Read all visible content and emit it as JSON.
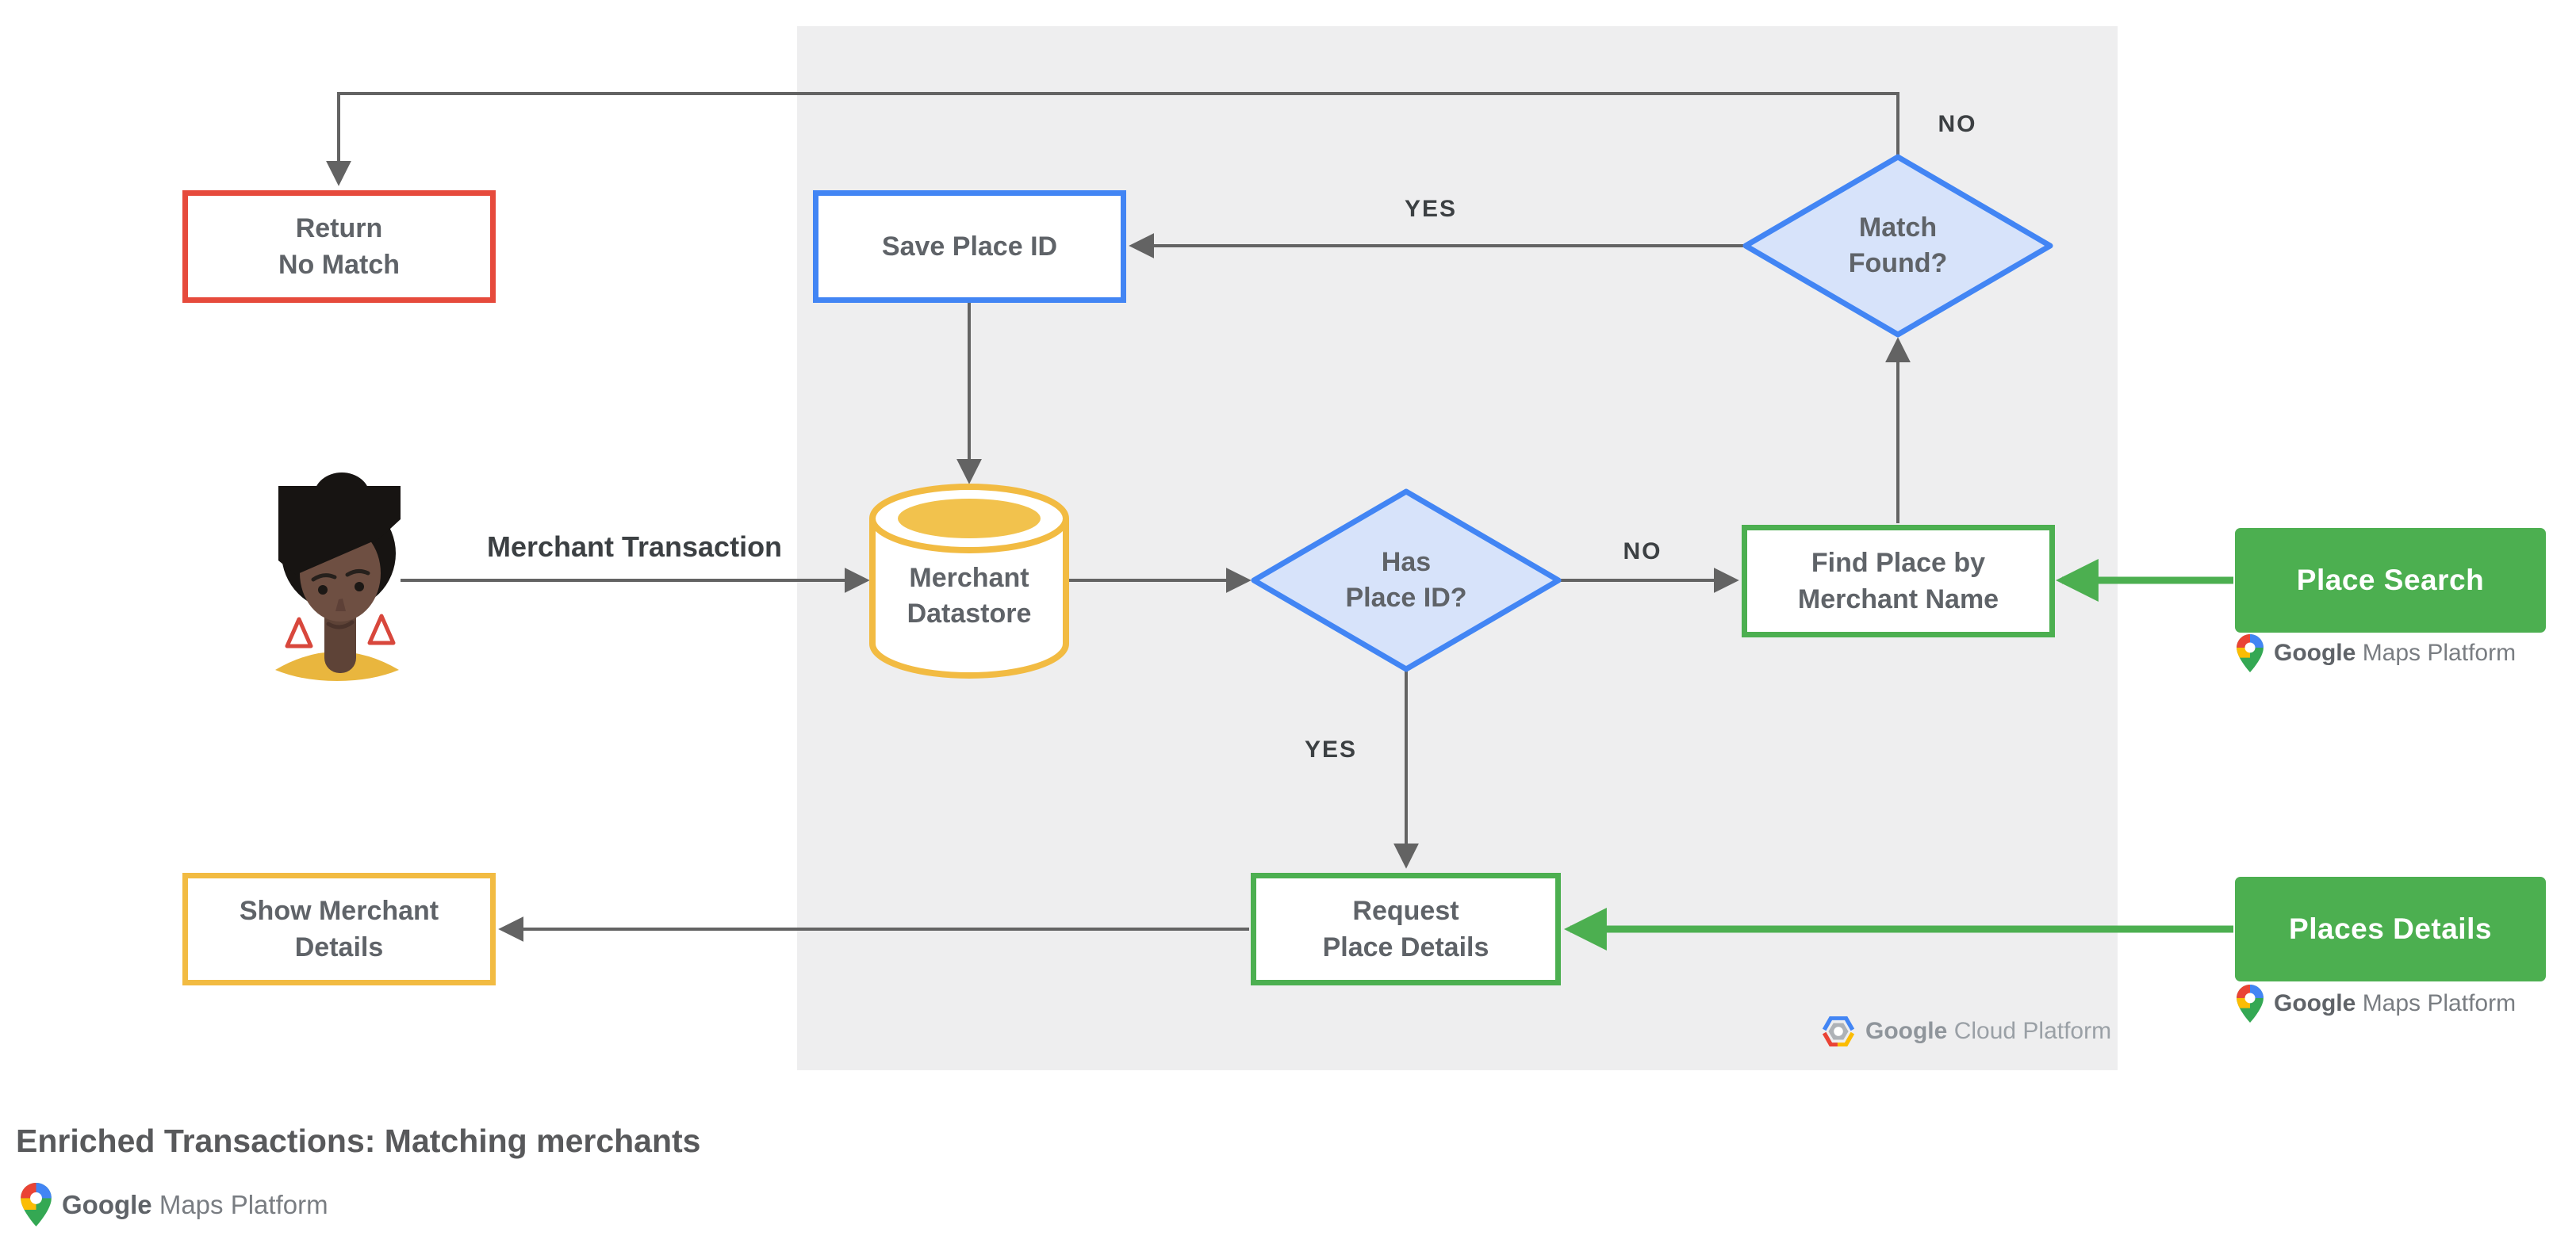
{
  "title": "Enriched Transactions: Matching merchants",
  "colors": {
    "panel": "#eeeeef",
    "blue": "#4285f4",
    "blue_fill": "#d7e3fa",
    "red": "#e64a3c",
    "yellow": "#f2bb42",
    "green": "#4caf50",
    "line": "#636363",
    "node_text": "#5f6368",
    "edge_text": "#3c4043"
  },
  "nodes": {
    "return_no_match": {
      "line1": "Return",
      "line2": "No Match"
    },
    "save_place_id": {
      "label": "Save Place ID"
    },
    "match_found": {
      "line1": "Match",
      "line2": "Found?"
    },
    "merchant_datastore": {
      "line1": "Merchant",
      "line2": "Datastore"
    },
    "has_place_id": {
      "line1": "Has",
      "line2": "Place ID?"
    },
    "find_place_by_merchant_name": {
      "line1": "Find Place by",
      "line2": "Merchant Name"
    },
    "request_place_details": {
      "line1": "Request",
      "line2": "Place Details"
    },
    "show_merchant_details": {
      "line1": "Show Merchant",
      "line2": "Details"
    },
    "place_search": {
      "label": "Place Search"
    },
    "places_details": {
      "label": "Places Details"
    }
  },
  "edge_labels": {
    "top_no": "NO",
    "top_yes": "YES",
    "mid_no": "NO",
    "mid_yes": "YES",
    "merchant_transaction": "Merchant Transaction"
  },
  "logos": {
    "google_maps_platform": {
      "google": "Google",
      "product": "Maps Platform"
    },
    "google_cloud_platform": {
      "google": "Google",
      "product": "Cloud Platform"
    }
  }
}
